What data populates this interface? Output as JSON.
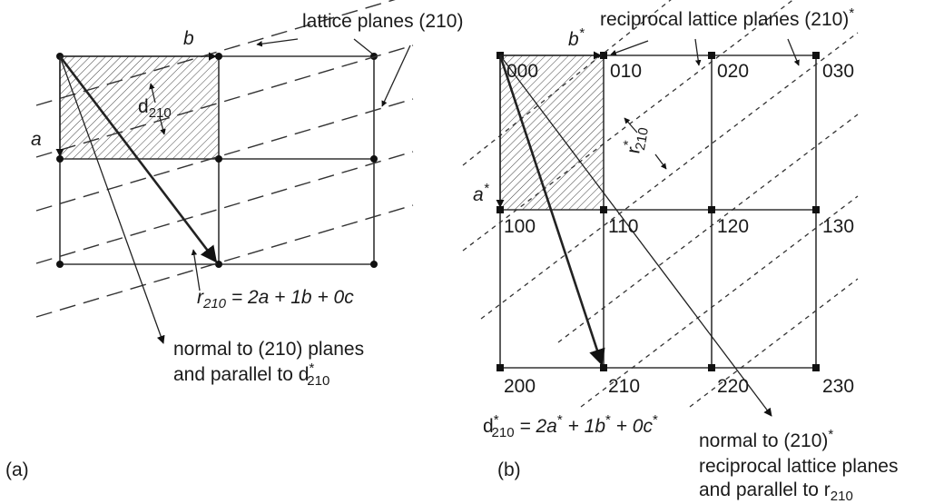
{
  "panel_a": {
    "tag": "(a)",
    "axis_a": "a",
    "axis_b": "b",
    "lattice_planes_label": "lattice planes (210)",
    "d_label": "d",
    "d_sub": "210",
    "r_lhs": "r",
    "r_sub": "210",
    "r_rhs": " = 2a + 1b + 0c",
    "normal_line1": "normal to (210) planes",
    "normal_line2": "and parallel to d",
    "normal_sup": "*",
    "normal_sub": "210"
  },
  "panel_b": {
    "tag": "(b)",
    "axis_a": "a",
    "axis_b": "b",
    "star": "*",
    "recip_planes_label": "reciprocal lattice planes (210)",
    "r_label": "r",
    "r_sub": "210",
    "nodes": [
      "000",
      "010",
      "020",
      "030",
      "100",
      "110",
      "120",
      "130",
      "200",
      "210",
      "220",
      "230"
    ],
    "d_lhs": "d",
    "d_sub": "210",
    "d_rhs_1": " = 2a",
    "d_rhs_2": " + 1b",
    "d_rhs_3": " + 0c",
    "normal_line1": "normal to (210)",
    "normal_line2": "reciprocal lattice planes",
    "normal_line3": "and parallel to r",
    "normal_sub": "210"
  }
}
